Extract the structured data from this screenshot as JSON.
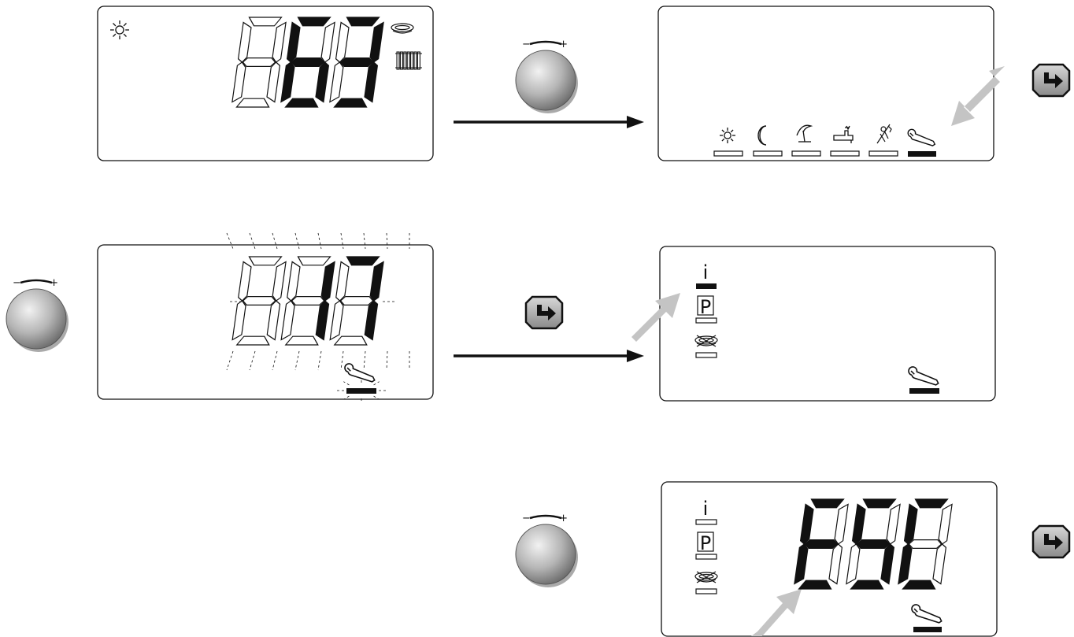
{
  "panel1": {
    "icons": [
      "sun-icon",
      "burner-flame-icon",
      "radiator-icon"
    ],
    "digits": [
      {
        "segs": "",
        "on": false
      },
      {
        "segs": "acdefg",
        "on": true
      },
      {
        "segs": "abcdg",
        "on": true
      }
    ]
  },
  "panel2": {
    "menu_icons": [
      "sun-icon",
      "moon-icon",
      "vacation-icon",
      "hot-water-tap-icon",
      "chimney-sweep-icon",
      "wrench-icon"
    ],
    "selected": 5
  },
  "panel3": {
    "digits": [
      {
        "segs": "",
        "on": false
      },
      {
        "segs": "bc",
        "on": true
      },
      {
        "segs": "abc",
        "on": true
      }
    ],
    "icons": [
      "wrench-icon"
    ],
    "blinking": true
  },
  "panel4": {
    "menu_icons": [
      "info-icon",
      "parameter-icon",
      "burner-crossed-icon"
    ],
    "menu_glyphs": [
      "i",
      "P",
      ""
    ],
    "selected": 0,
    "icons": [
      "wrench-icon"
    ]
  },
  "panel5": {
    "menu_icons": [
      "info-icon",
      "parameter-icon",
      "burner-crossed-icon"
    ],
    "menu_glyphs": [
      "i",
      "P",
      ""
    ],
    "digits": [
      {
        "segs": "adefg",
        "on": true
      },
      {
        "segs": "acdfg",
        "on": true
      },
      {
        "segs": "adef",
        "on": true
      }
    ],
    "icons": [
      "wrench-icon"
    ]
  },
  "controls": [
    "rotary-knob",
    "enter-button"
  ],
  "knob_sign": "− +"
}
